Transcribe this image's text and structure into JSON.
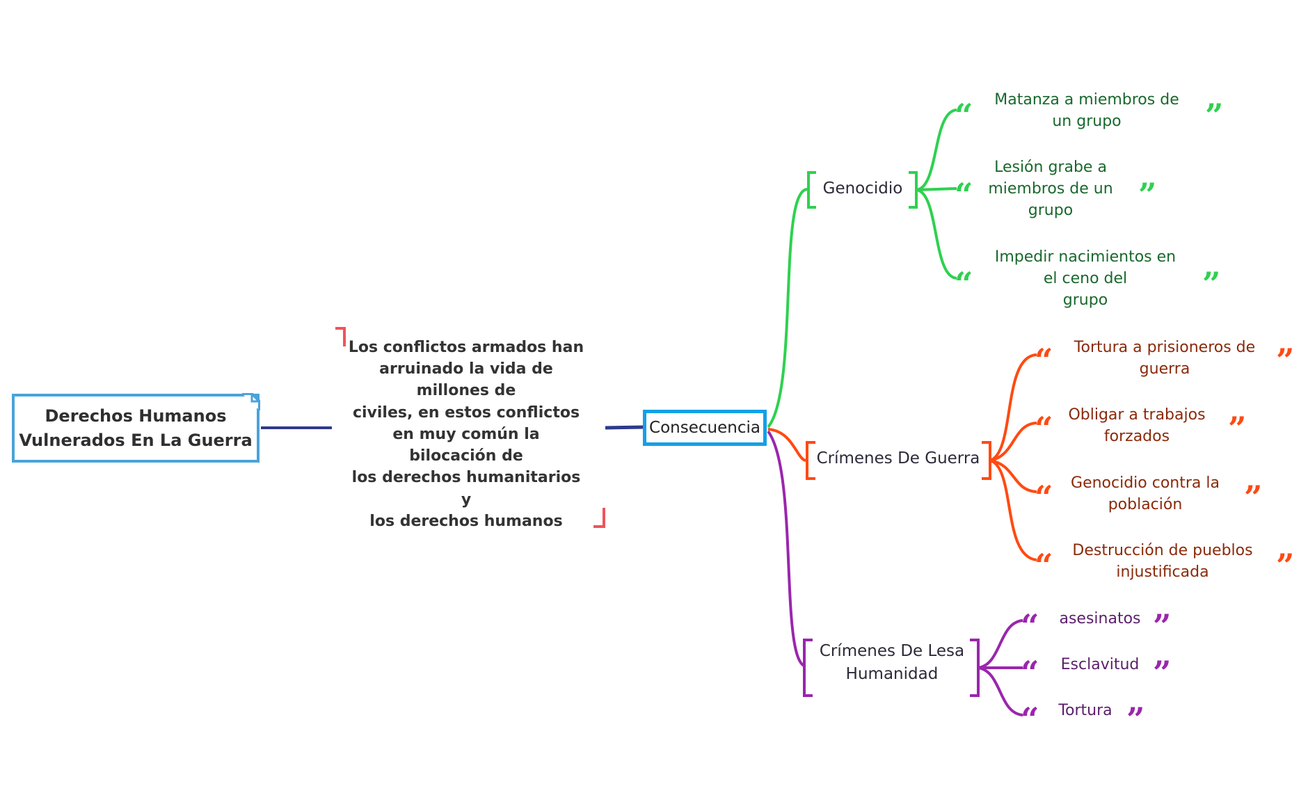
{
  "root": {
    "label_line1": "Derechos Humanos",
    "label_line2": "Vulnerados En La Guerra"
  },
  "description": {
    "lines": [
      "Los conflictos armados han",
      "arruinado la vida de",
      "millones de",
      "civiles, en estos conflictos",
      "en muy común la",
      "bilocación de",
      "los derechos humanitarios y",
      "los derechos humanos"
    ]
  },
  "center": {
    "label": "Consecuencia"
  },
  "branches": [
    {
      "label": "Genocidio",
      "color": "#2ed14f",
      "leaves": [
        [
          "Matanza a miembros de",
          "un grupo"
        ],
        [
          "Lesión grabe a",
          "miembros de un",
          "grupo"
        ],
        [
          "Impedir nacimientos en",
          "el ceno del",
          "grupo"
        ]
      ]
    },
    {
      "label": "Crímenes De Guerra",
      "color": "#ff4a12",
      "leaves": [
        [
          "Tortura a prisioneros de",
          "guerra"
        ],
        [
          "Obligar a trabajos",
          "forzados"
        ],
        [
          "Genocidio contra la",
          "población"
        ],
        [
          "Destrucción de pueblos",
          "injustificada"
        ]
      ]
    },
    {
      "label_line1": "Crímenes De Lesa",
      "label_line2": "Humanidad",
      "color": "#9a26ad",
      "leaves": [
        [
          "asesinatos"
        ],
        [
          "Esclavitud"
        ],
        [
          "Tortura"
        ]
      ]
    }
  ],
  "colors": {
    "root_border": "#4aa3d8",
    "center_border": "#13a0e6",
    "connector": "#2e3a8c",
    "description_bracket": "#f0545a"
  }
}
